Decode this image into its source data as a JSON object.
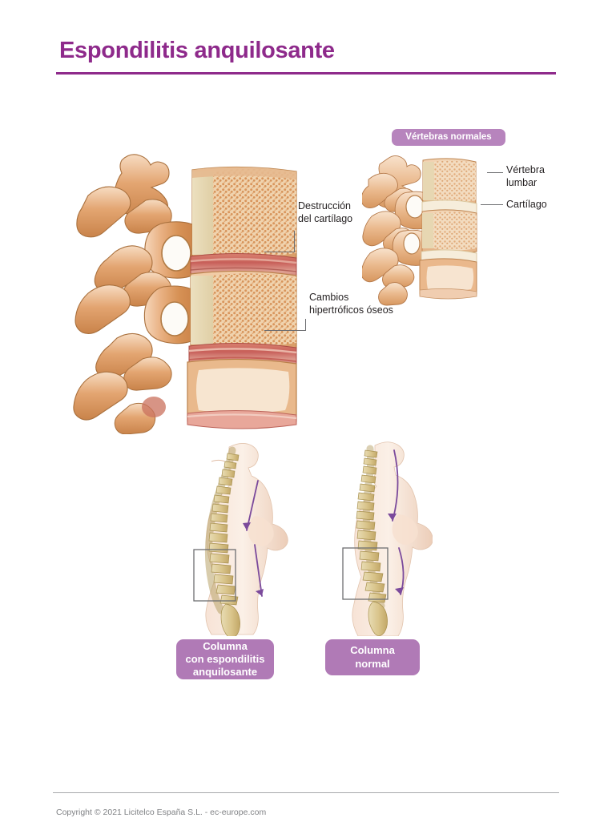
{
  "document": {
    "title": "Espondilitis anquilosante",
    "accent_color": "#8e2a8b",
    "badge_color": "#b07ab6"
  },
  "annotations": {
    "destruccion": "Destrucción\ndel cartílago",
    "cambios": "Cambios\nhipertróficos óseos",
    "vertebra_lumbar": "Vértebra\nlumbar",
    "cartilago": "Cartílago"
  },
  "badges": {
    "vertebras_normales": "Vértebras normales"
  },
  "captions": {
    "spine_affected": "Columna\ncon espondilitis\nanquilosante",
    "spine_normal": "Columna\nnormal"
  },
  "footer": {
    "copyright": "Copyright © 2021 Licitelco España S.L. - ec-europe.com"
  },
  "illustrations": {
    "main": "diseased-lumbar-vertebrae-cutaway",
    "normal": "normal-lumbar-vertebrae-cutaway",
    "spine_affected": "kyphotic-spine-torso-figure",
    "spine_normal": "normal-spine-torso-figure"
  }
}
